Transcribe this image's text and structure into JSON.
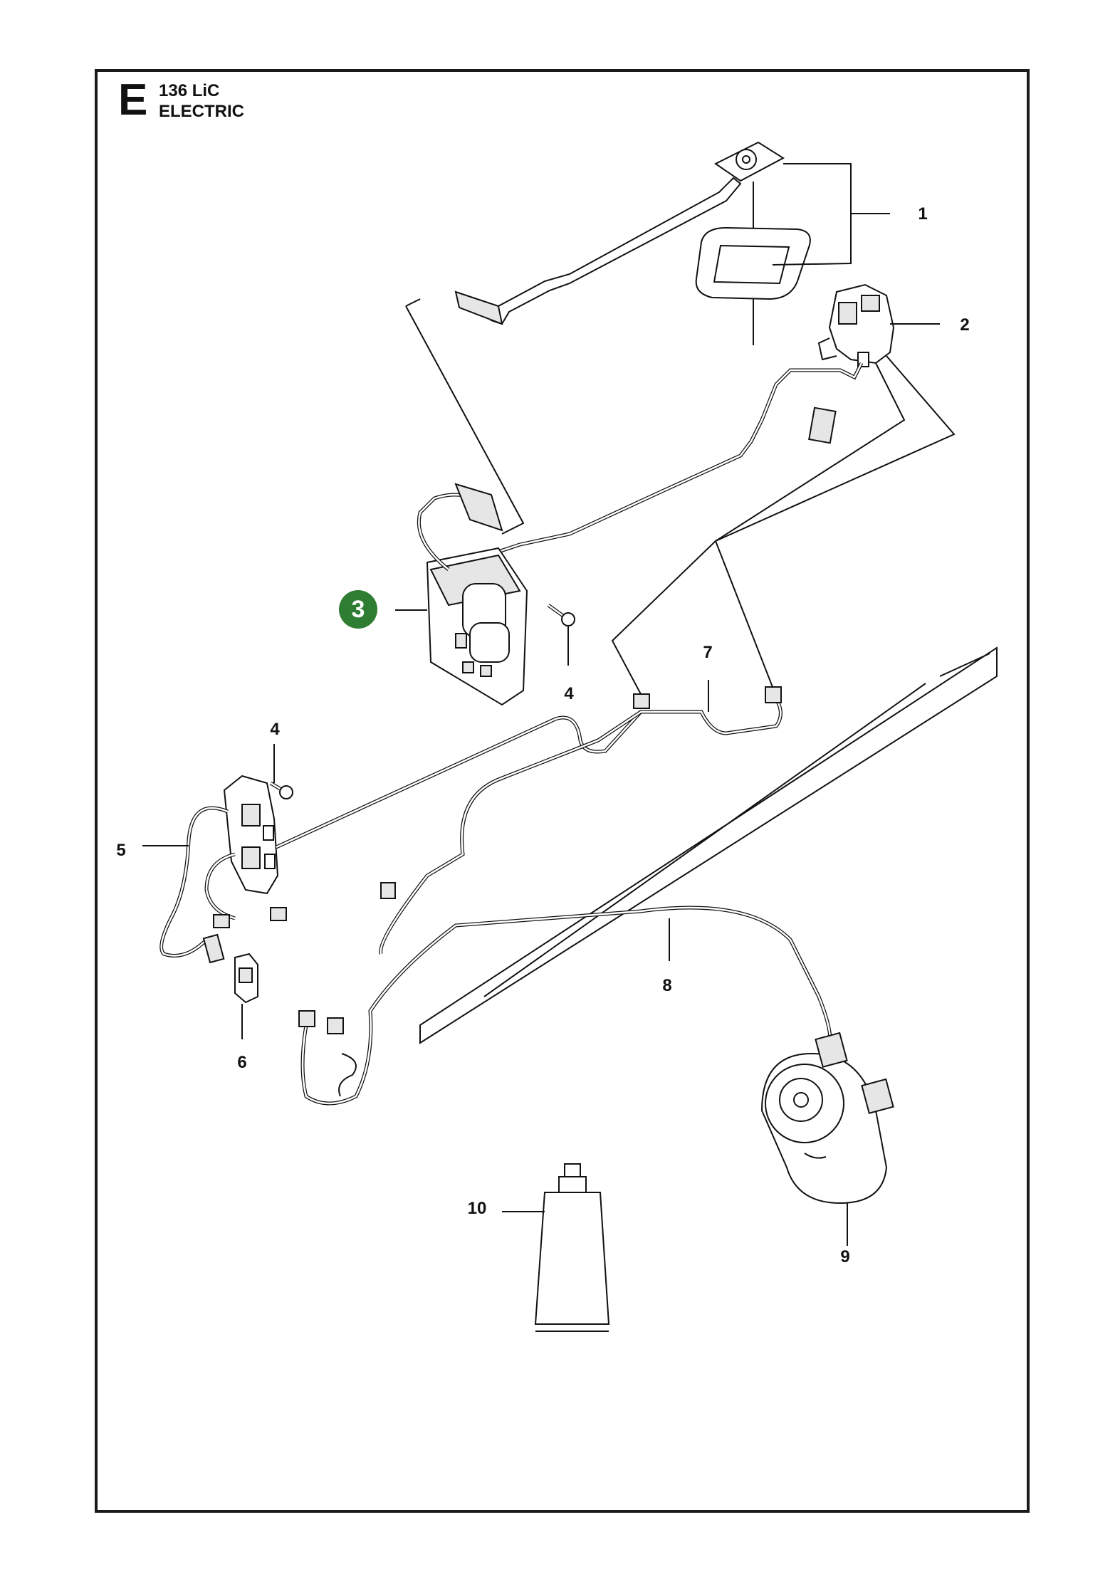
{
  "header": {
    "section_letter": "E",
    "model": "136 LiC",
    "section": "ELECTRIC"
  },
  "highlight": {
    "label": "3",
    "color": "#2f7d32"
  },
  "callouts": {
    "c1": "1",
    "c2": "2",
    "c4a": "4",
    "c4b": "4",
    "c5": "5",
    "c6": "6",
    "c7": "7",
    "c8": "8",
    "c9": "9",
    "c10": "10"
  }
}
